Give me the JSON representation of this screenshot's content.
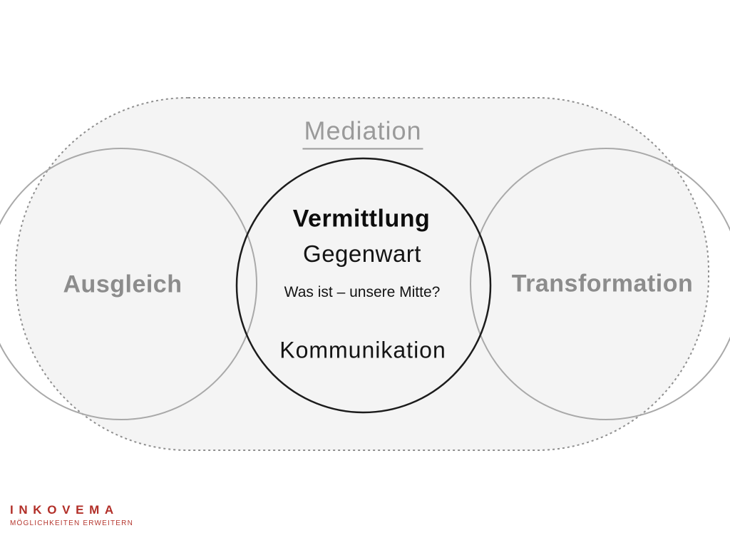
{
  "slide": {
    "title": "Mediation",
    "venn": {
      "left_circle_label": "Ausgleich",
      "right_circle_label": "Transformation",
      "center_circle": {
        "heading": "Vermittlung",
        "line2": "Gegenwart",
        "line3": "Was ist – unsere Mitte?",
        "line4": "Kommunikation"
      }
    },
    "logo": {
      "brand": "INKOVEMA",
      "tagline": "MÖGLICHKEITEN ERWEITERN"
    },
    "colors": {
      "brand_red": "#b22f28",
      "stadium_fill": "#f4f4f4",
      "stadium_dotted_border": "#8f8f8f",
      "outer_circle_stroke": "#a9a9a9",
      "center_circle_stroke": "#1c1c1c",
      "muted_text_gray": "#8c8c8c",
      "title_gray": "#9a9a9a",
      "text_black": "#141414"
    }
  }
}
